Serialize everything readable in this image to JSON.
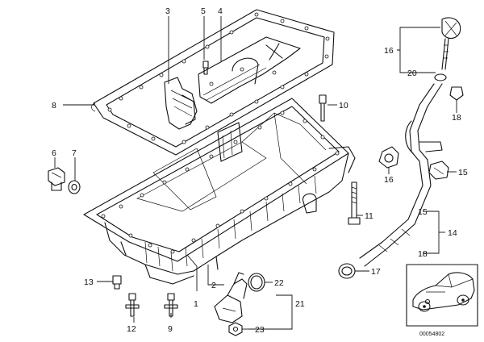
{
  "diagram": {
    "callouts": [
      {
        "id": "c1",
        "text": "1"
      },
      {
        "id": "c2",
        "text": "2"
      },
      {
        "id": "c3",
        "text": "3"
      },
      {
        "id": "c4",
        "text": "4"
      },
      {
        "id": "c5",
        "text": "5"
      },
      {
        "id": "c6",
        "text": "6"
      },
      {
        "id": "c7",
        "text": "7"
      },
      {
        "id": "c8",
        "text": "8"
      },
      {
        "id": "c9",
        "text": "9"
      },
      {
        "id": "c10",
        "text": "10"
      },
      {
        "id": "c11",
        "text": "11"
      },
      {
        "id": "c12",
        "text": "12"
      },
      {
        "id": "c13",
        "text": "13"
      },
      {
        "id": "c14",
        "text": "14"
      },
      {
        "id": "c15a",
        "text": "15"
      },
      {
        "id": "c15b",
        "text": "15"
      },
      {
        "id": "c16a",
        "text": "16"
      },
      {
        "id": "c16b",
        "text": "16"
      },
      {
        "id": "c17",
        "text": "17"
      },
      {
        "id": "c18a",
        "text": "18"
      },
      {
        "id": "c18b",
        "text": "18"
      },
      {
        "id": "c20",
        "text": "20"
      },
      {
        "id": "c21",
        "text": "21"
      },
      {
        "id": "c22",
        "text": "22"
      },
      {
        "id": "c23",
        "text": "23"
      }
    ],
    "reference_code": "00054802"
  }
}
